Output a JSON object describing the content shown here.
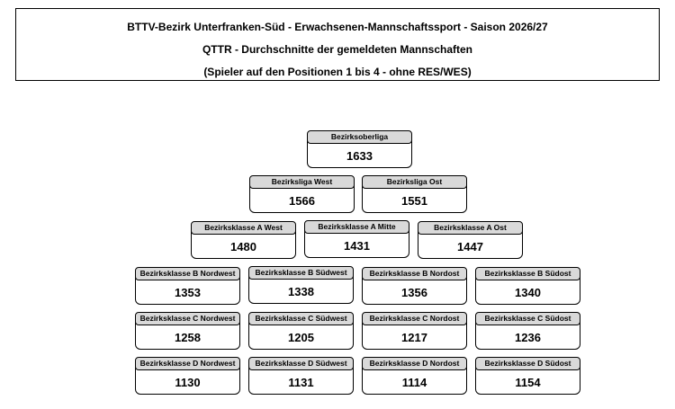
{
  "header": {
    "line1": "BTTV-Bezirk Unterfranken-Süd  -  Erwachsenen-Mannschaftssport  -   Saison 2026/27",
    "line2": "QTTR - Durchschnitte der gemeldeten Mannschaften",
    "line3": "(Spieler auf den Positionen 1 bis 4 - ohne RES/WES)"
  },
  "leagues": {
    "bezirksoberliga": {
      "label": "Bezirksoberliga",
      "value": "1633"
    },
    "bezirksliga_west": {
      "label": "Bezirksliga West",
      "value": "1566"
    },
    "bezirksliga_ost": {
      "label": "Bezirksliga Ost",
      "value": "1551"
    },
    "a_west": {
      "label": "Bezirksklasse A West",
      "value": "1480"
    },
    "a_mitte": {
      "label": "Bezirksklasse A Mitte",
      "value": "1431"
    },
    "a_ost": {
      "label": "Bezirksklasse A Ost",
      "value": "1447"
    },
    "b_nordwest": {
      "label": "Bezirksklasse B Nordwest",
      "value": "1353"
    },
    "b_suedwest": {
      "label": "Bezirksklasse B Südwest",
      "value": "1338"
    },
    "b_nordost": {
      "label": "Bezirksklasse B Nordost",
      "value": "1356"
    },
    "b_suedost": {
      "label": "Bezirksklasse B Südost",
      "value": "1340"
    },
    "c_nordwest": {
      "label": "Bezirksklasse C Nordwest",
      "value": "1258"
    },
    "c_suedwest": {
      "label": "Bezirksklasse C Südwest",
      "value": "1205"
    },
    "c_nordost": {
      "label": "Bezirksklasse C Nordost",
      "value": "1217"
    },
    "c_suedost": {
      "label": "Bezirksklasse C Südost",
      "value": "1236"
    },
    "d_nordwest": {
      "label": "Bezirksklasse D Nordwest",
      "value": "1130"
    },
    "d_suedwest": {
      "label": "Bezirksklasse D Südwest",
      "value": "1131"
    },
    "d_nordost": {
      "label": "Bezirksklasse D Nordost",
      "value": "1114"
    },
    "d_suedost": {
      "label": "Bezirksklasse D Südost",
      "value": "1154"
    }
  }
}
